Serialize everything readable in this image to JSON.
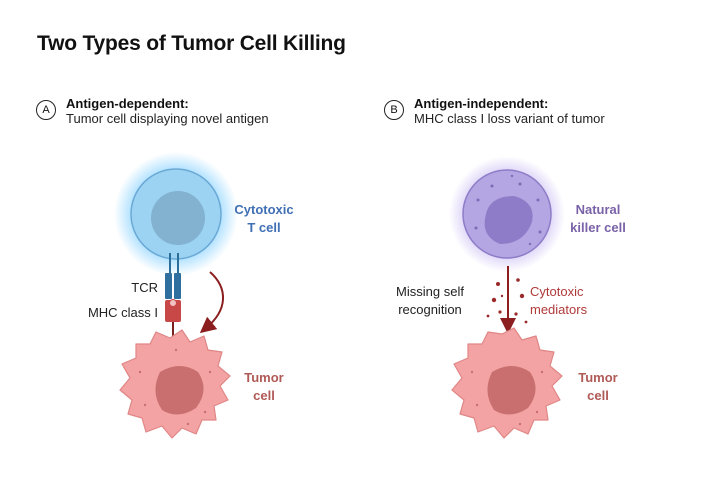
{
  "title": "Two Types of Tumor Cell Killing",
  "panel_a": {
    "letter": "A",
    "heading": "Antigen-dependent:",
    "subheading": "Tumor cell displaying novel antigen",
    "effector_line1": "Cytotoxic",
    "effector_line2": "T cell",
    "receptor_label": "TCR",
    "mhc_label": "MHC class I",
    "target_line1": "Tumor",
    "target_line2": "cell"
  },
  "panel_b": {
    "letter": "B",
    "heading": "Antigen-independent:",
    "subheading": "MHC class I loss variant of tumor",
    "effector_line1": "Natural",
    "effector_line2": "killer cell",
    "recognition_line1": "Missing self",
    "recognition_line2": "recognition",
    "mediators_line1": "Cytotoxic",
    "mediators_line2": "mediators",
    "target_line1": "Tumor",
    "target_line2": "cell"
  },
  "colors": {
    "tcell_label": "#3f6fb5",
    "nk_label": "#7a62a8",
    "tumor_label": "#b05a56",
    "mediator_label": "#b03a3a",
    "arrow": "#8b1e1e"
  }
}
